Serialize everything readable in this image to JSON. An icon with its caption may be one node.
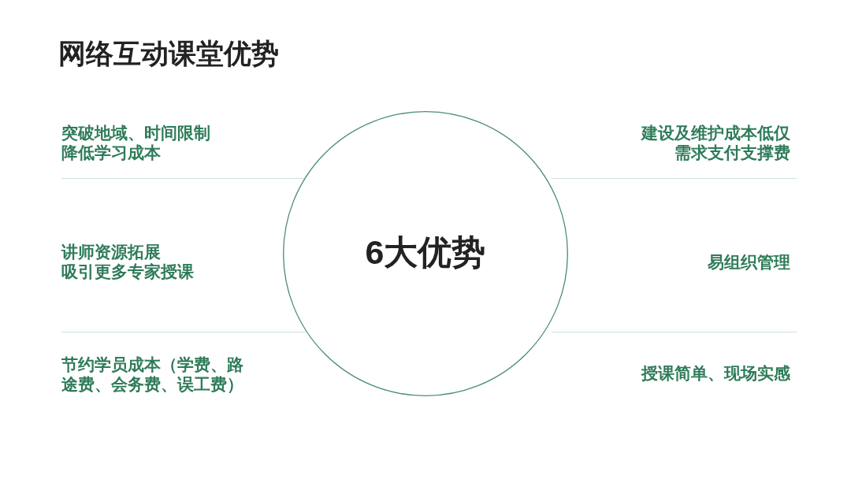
{
  "diagram": {
    "title": "网络互动课堂优势",
    "nodes": [
      {
        "text": [
          "6大优势"
        ]
      }
    ],
    "labels": [
      "突破地域、时间限制降低学习成本",
      "建设及维护成本低仅需求支付支撑费",
      "讲师资源拓展吸引更多专家授课",
      "易组织管理",
      "节约学员成本（学费、路途费、会务费、误工费）",
      "授课简单、现场实感"
    ]
  }
}
